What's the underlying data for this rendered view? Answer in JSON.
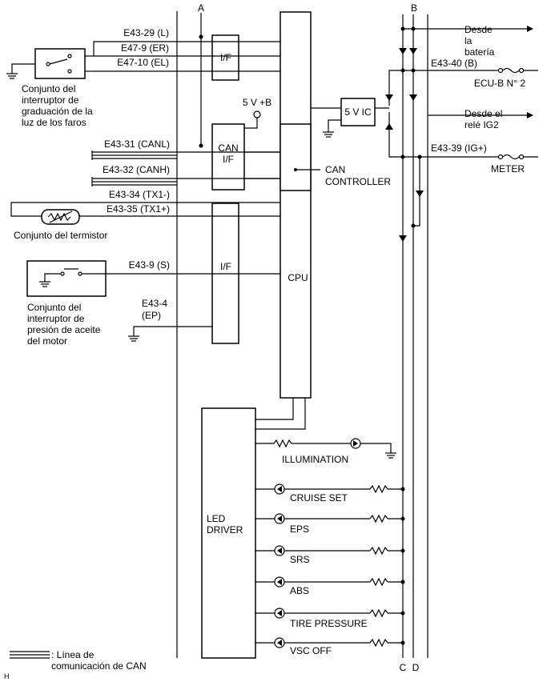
{
  "bus_labels": {
    "A": "A",
    "B": "B",
    "C": "C",
    "D": "D"
  },
  "blocks": {
    "if1": "I/F",
    "can_if_1": "CAN",
    "can_if_2": "I/F",
    "if2": "I/F",
    "cpu": "CPU",
    "ic5v": "5 V IC",
    "can_controller_1": "CAN",
    "can_controller_2": "CONTROLLER",
    "led_driver_1": "LED",
    "led_driver_2": "DRIVER"
  },
  "terminals": {
    "e43_29": "E43-29 (L)",
    "e47_9": "E47-9 (ER)",
    "e47_10": "E47-10 (EL)",
    "e43_31": "E43-31 (CANL)",
    "e43_32": "E43-32 (CANH)",
    "e43_34": "E43-34 (TX1-)",
    "e43_35": "E43-35 (TX1+)",
    "e43_9": "E43-9 (S)",
    "e43_4_a": "E43-4",
    "e43_4_b": "(EP)",
    "e43_40": "E43-40 (B)",
    "e43_39": "E43-39 (IG+)",
    "v5b": "5 V +B"
  },
  "components": {
    "headlight_1": "Conjunto del",
    "headlight_2": "interruptor de",
    "headlight_3": "graduación de la",
    "headlight_4": "luz de los faros",
    "thermistor": "Conjunto del termistor",
    "oil_1": "Conjunto del",
    "oil_2": "interruptor de",
    "oil_3": "presión de aceite",
    "oil_4": "del motor"
  },
  "supplies": {
    "battery_1": "Desde",
    "battery_2": "la",
    "battery_3": "batería",
    "ecu_b": "ECU-B N° 2",
    "ig2_1": "Desde el",
    "ig2_2": "relé IG2",
    "meter": "METER"
  },
  "indicators": [
    "ILLUMINATION",
    "CRUISE SET",
    "EPS",
    "SRS",
    "ABS",
    "TIRE PRESSURE",
    "VSC OFF"
  ],
  "legend": {
    "line1": ": Línea de",
    "line2": "comunicación de CAN"
  },
  "corner_mark": "H"
}
